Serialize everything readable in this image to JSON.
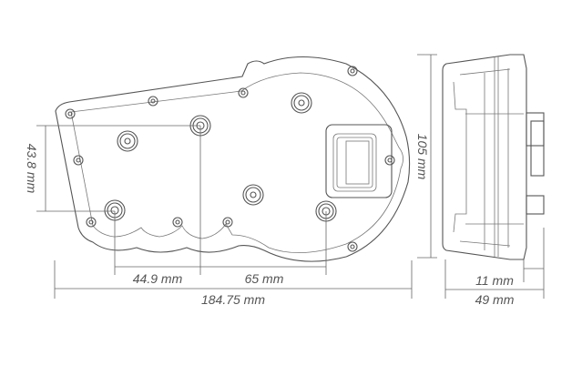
{
  "dimensions": {
    "height_offset": "43.8 mm",
    "hole_spacing_left": "44.9 mm",
    "hole_spacing_right": "65 mm",
    "total_width": "184.75 mm",
    "total_height": "105 mm",
    "connector_depth": "11 mm",
    "total_depth": "49 mm"
  }
}
